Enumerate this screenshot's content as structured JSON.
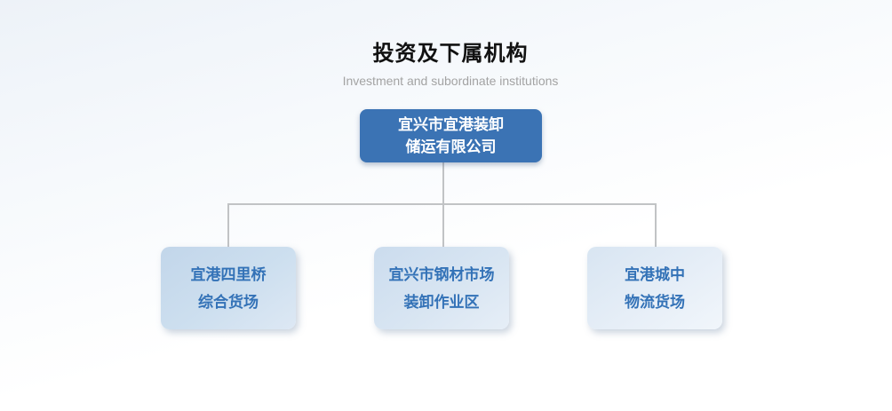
{
  "header": {
    "title": "投资及下属机构",
    "subtitle": "Investment and subordinate institutions"
  },
  "org_chart": {
    "root": {
      "line1": "宜兴市宜港装卸",
      "line2": "储运有限公司"
    },
    "children": [
      {
        "line1": "宜港四里桥",
        "line2": "综合货场"
      },
      {
        "line1": "宜兴市钢材市场",
        "line2": "装卸作业区"
      },
      {
        "line1": "宜港城中",
        "line2": "物流货场"
      }
    ]
  },
  "colors": {
    "background_top_tint": "#edf2f8",
    "background_bottom": "#ffffff",
    "root_node_bg": "#3b73b4",
    "root_node_text": "#ffffff",
    "child_node_bg_start": "#c2d6ea",
    "child_node_bg_end": "#f1f6fb",
    "child_node_text": "#3372b7",
    "connector_line": "#c1c3c5",
    "title_text": "#111111",
    "subtitle_text": "#a3a3a3"
  }
}
